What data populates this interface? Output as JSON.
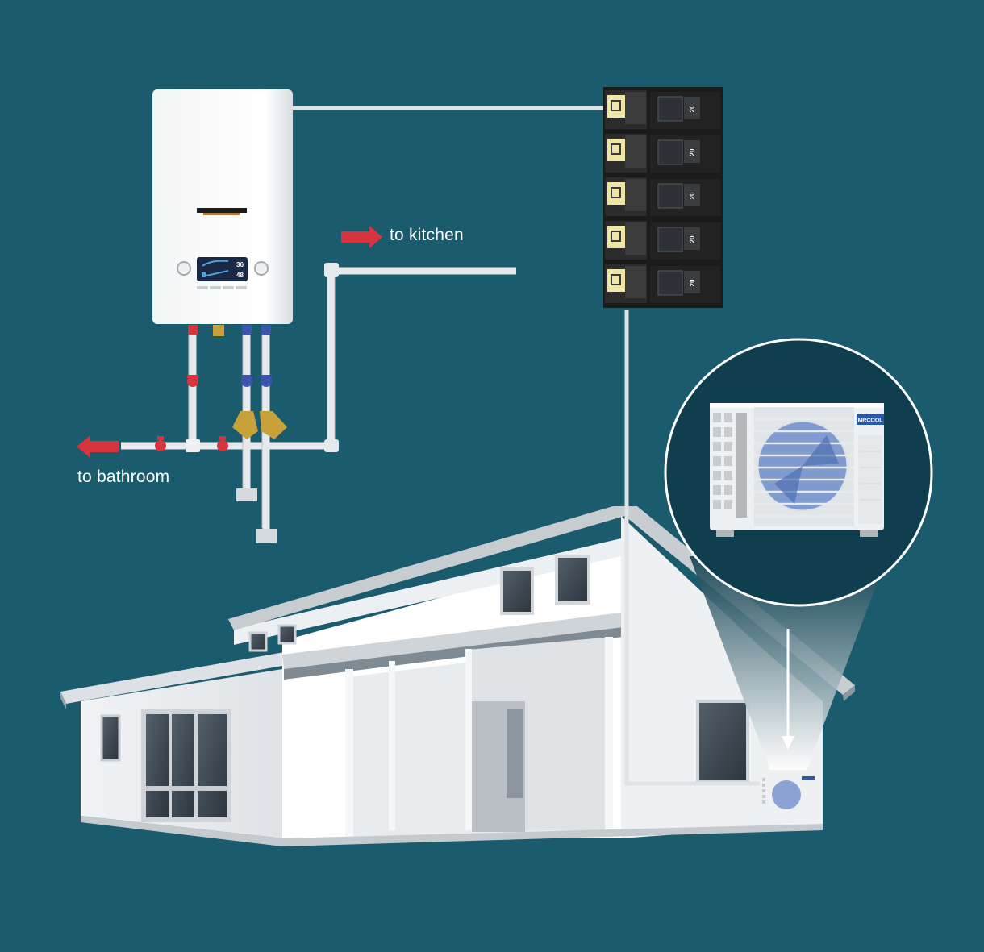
{
  "labels": {
    "to_kitchen": "to kitchen",
    "to_bathroom": "to bathroom"
  },
  "water_heater": {
    "display_values": [
      "36",
      "48"
    ]
  },
  "breaker_panel": {
    "breaker_ratings": [
      "20",
      "20",
      "20",
      "20",
      "20"
    ]
  },
  "ac_unit": {
    "brand": "MRCOOL"
  },
  "colors": {
    "background": "#1b5b6e",
    "arrow": "#d8343d",
    "pipe": "#e6e9ec",
    "hot_valve": "#d8343d",
    "cold_valve": "#3c56b0",
    "brass": "#c9a13b"
  },
  "icons": [
    "arrow-right-icon",
    "arrow-left-icon",
    "arrow-down-icon"
  ]
}
